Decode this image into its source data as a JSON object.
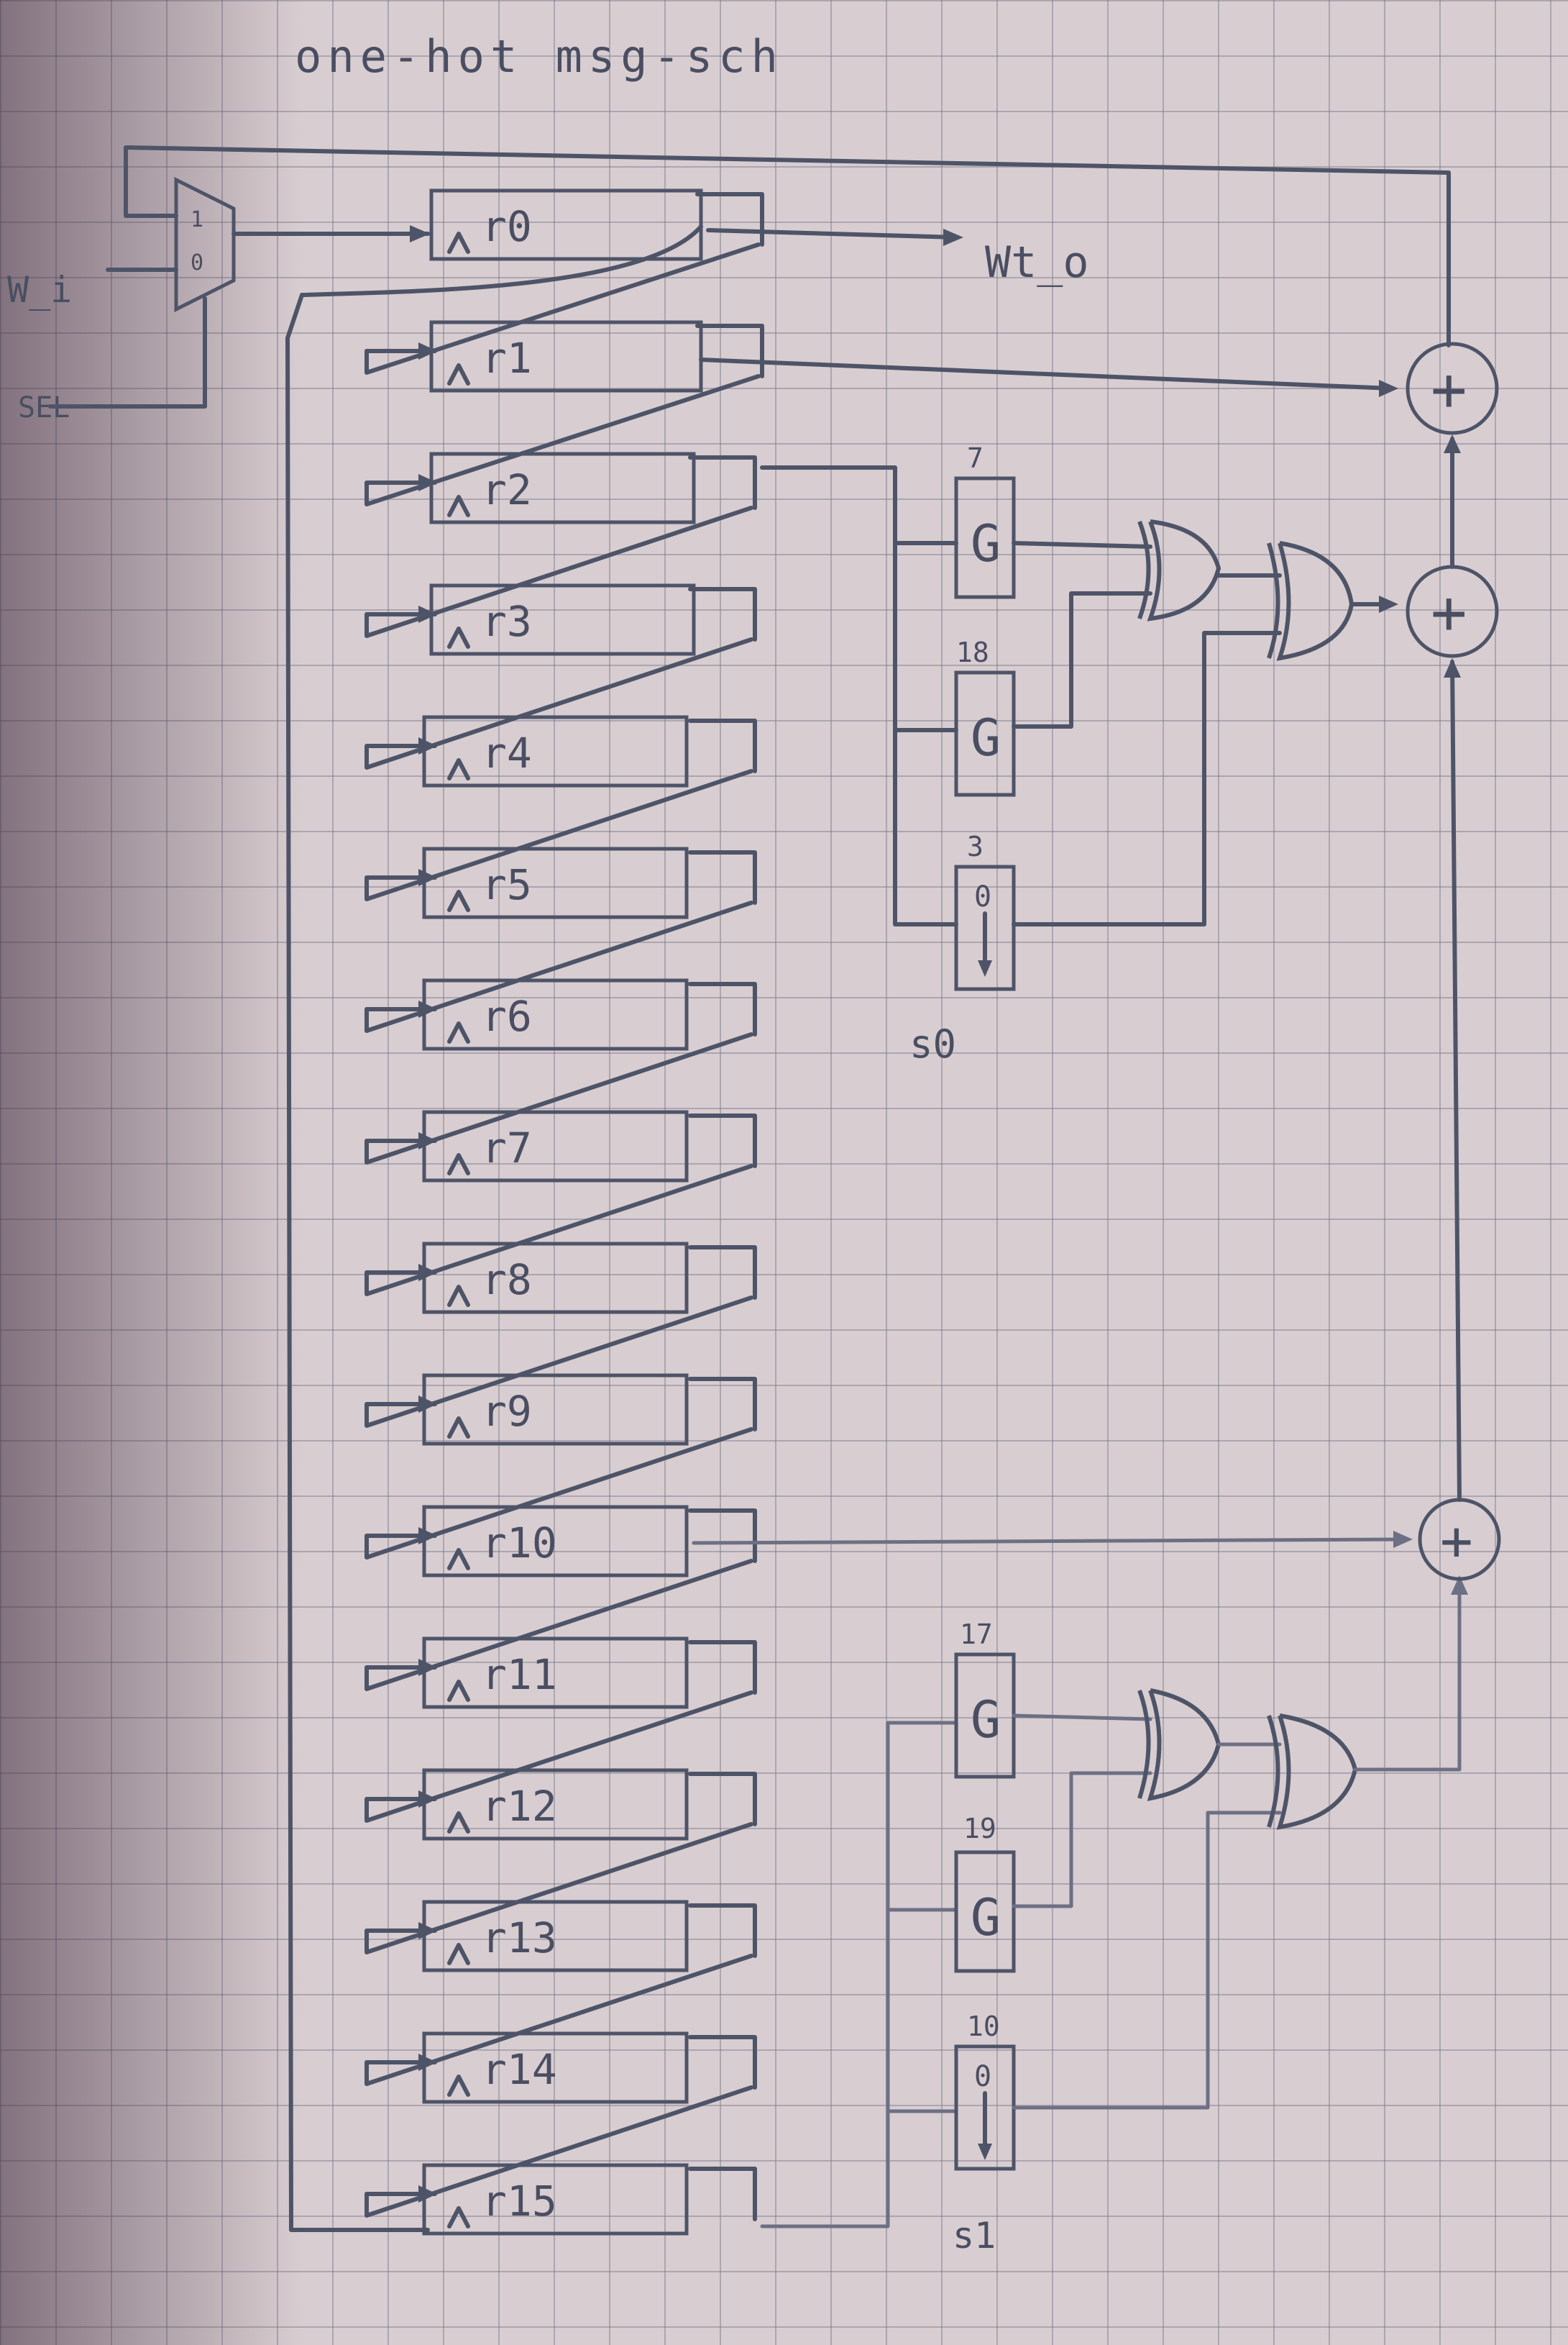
{
  "title": "one-hot msg-sch",
  "inputs": {
    "w_in": "W_i",
    "sel": "SEL"
  },
  "mux": {
    "top": "1",
    "bottom": "0"
  },
  "output": "Wt_o",
  "registers": [
    "r0",
    "r1",
    "r2",
    "r3",
    "r4",
    "r5",
    "r6",
    "r7",
    "r8",
    "r9",
    "r10",
    "r11",
    "r12",
    "r13",
    "r14",
    "r15"
  ],
  "sigma0": {
    "label": "s0",
    "ops": [
      {
        "amount": "7",
        "symbol": "G"
      },
      {
        "amount": "18",
        "symbol": "G"
      },
      {
        "amount": "3",
        "symbol": "0"
      }
    ]
  },
  "sigma1": {
    "label": "s1",
    "ops": [
      {
        "amount": "17",
        "symbol": "G"
      },
      {
        "amount": "19",
        "symbol": "G"
      },
      {
        "amount": "10",
        "symbol": "0"
      }
    ]
  },
  "adders": [
    "+",
    "+",
    "+"
  ],
  "colors": {
    "pencil": "#4e5468",
    "paper": "#d8cdd0",
    "grid": "#5a5f78"
  }
}
